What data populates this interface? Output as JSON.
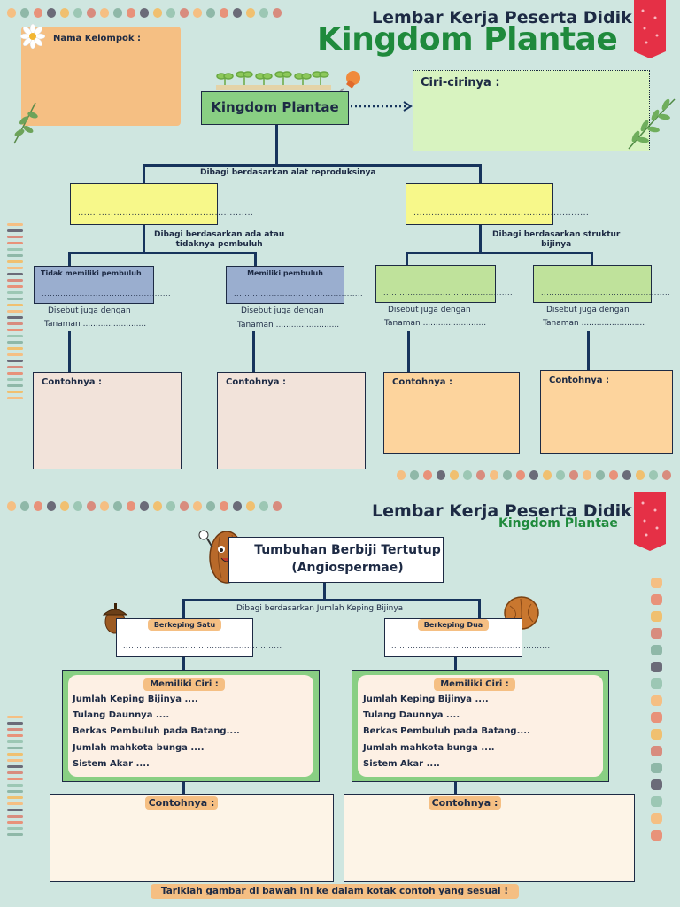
{
  "colors": {
    "bg": "#cfe6e0",
    "green_title": "#1f8a3c",
    "navy": "#1d2a44",
    "orange_box": "#f5bf83",
    "yellow_box": "#f7f88a",
    "light_green": "#d8f3c0",
    "lavender": "#9aaecf",
    "pale_green": "#bfe29b",
    "pink_box": "#f2e3da",
    "peach": "#fdd49d",
    "cream": "#fdf4e7"
  },
  "page1": {
    "header_sub": "Lembar Kerja Peserta Didik",
    "header_title": "Kingdom Plantae",
    "group_label": "Nama Kelompok :",
    "root_label": "Kingdom Plantae",
    "ciri_label": "Ciri-cirinya :",
    "split_label": "Dibagi berdasarkan alat reproduksinya",
    "left_blank": "...........................................................",
    "right_blank": "...........................................................",
    "left_split": "Dibagi berdasarkan ada atau\ntidaknya pembuluh",
    "right_split": "Dibagi berdasarkan struktur\nbijinya",
    "leaves": [
      {
        "title": "Tidak memiliki pembuluh",
        "blank": "................................................",
        "also": "Disebut juga dengan",
        "tanaman": "Tanaman .........................",
        "contoh": "Contohnya :"
      },
      {
        "title": "Memiliki pembuluh",
        "blank": "................................................",
        "also": "Disebut juga dengan",
        "tanaman": "Tanaman .........................",
        "contoh": "Contohnya :"
      },
      {
        "title": "",
        "blank": "................................................",
        "also": "Disebut juga dengan",
        "tanaman": "Tanaman .........................",
        "contoh": "Contohnya :"
      },
      {
        "title": "",
        "blank": "................................................",
        "also": "Disebut juga dengan",
        "tanaman": "Tanaman .........................",
        "contoh": "Contohnya :"
      }
    ]
  },
  "page2": {
    "header_sub": "Lembar Kerja Peserta Didik",
    "header_title": "Kingdom Plantae",
    "root_line1": "Tumbuhan Berbiji Tertutup",
    "root_line2": "(Angiospermae)",
    "split_label": "Dibagi berdasarkan Jumlah Keping Bijinya",
    "left_tag": "Berkeping Satu",
    "right_tag": "Berkeping Dua",
    "blank": "...........................................................",
    "ciri_title": "Memiliki Ciri :",
    "criteria": [
      "Jumlah Keping Bijinya ....",
      "Tulang Daunnya ....",
      "Berkas Pembuluh pada Batang....",
      "Jumlah mahkota bunga ....",
      "Sistem Akar ...."
    ],
    "contoh": "Contohnya :",
    "footer": "Tariklah gambar di bawah ini ke dalam kotak contoh yang sesuai !"
  }
}
